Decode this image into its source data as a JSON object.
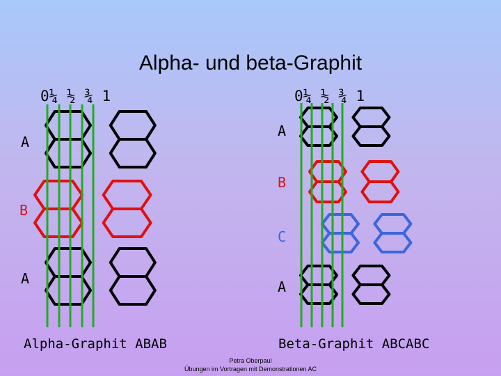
{
  "title": "Alpha- und beta-Graphit",
  "scale_left": "0¼ ½ ¾ 1",
  "scale_right": "0¼ ½ ¾ 1",
  "left": {
    "labels": [
      "A",
      "B",
      "A"
    ],
    "caption": "Alpha-Graphit ABAB"
  },
  "right": {
    "labels": [
      "A",
      "B",
      "C",
      "A"
    ],
    "caption": "Beta-Graphit ABCABC"
  },
  "footer": {
    "line1": "Petra Oberpaul",
    "line2": "Übungen im Vortragen mit Demonstrationen AC"
  },
  "colors": {
    "A": "#000000",
    "B": "#e01010",
    "C": "#3a66e0",
    "lines": "#1fae1f"
  }
}
